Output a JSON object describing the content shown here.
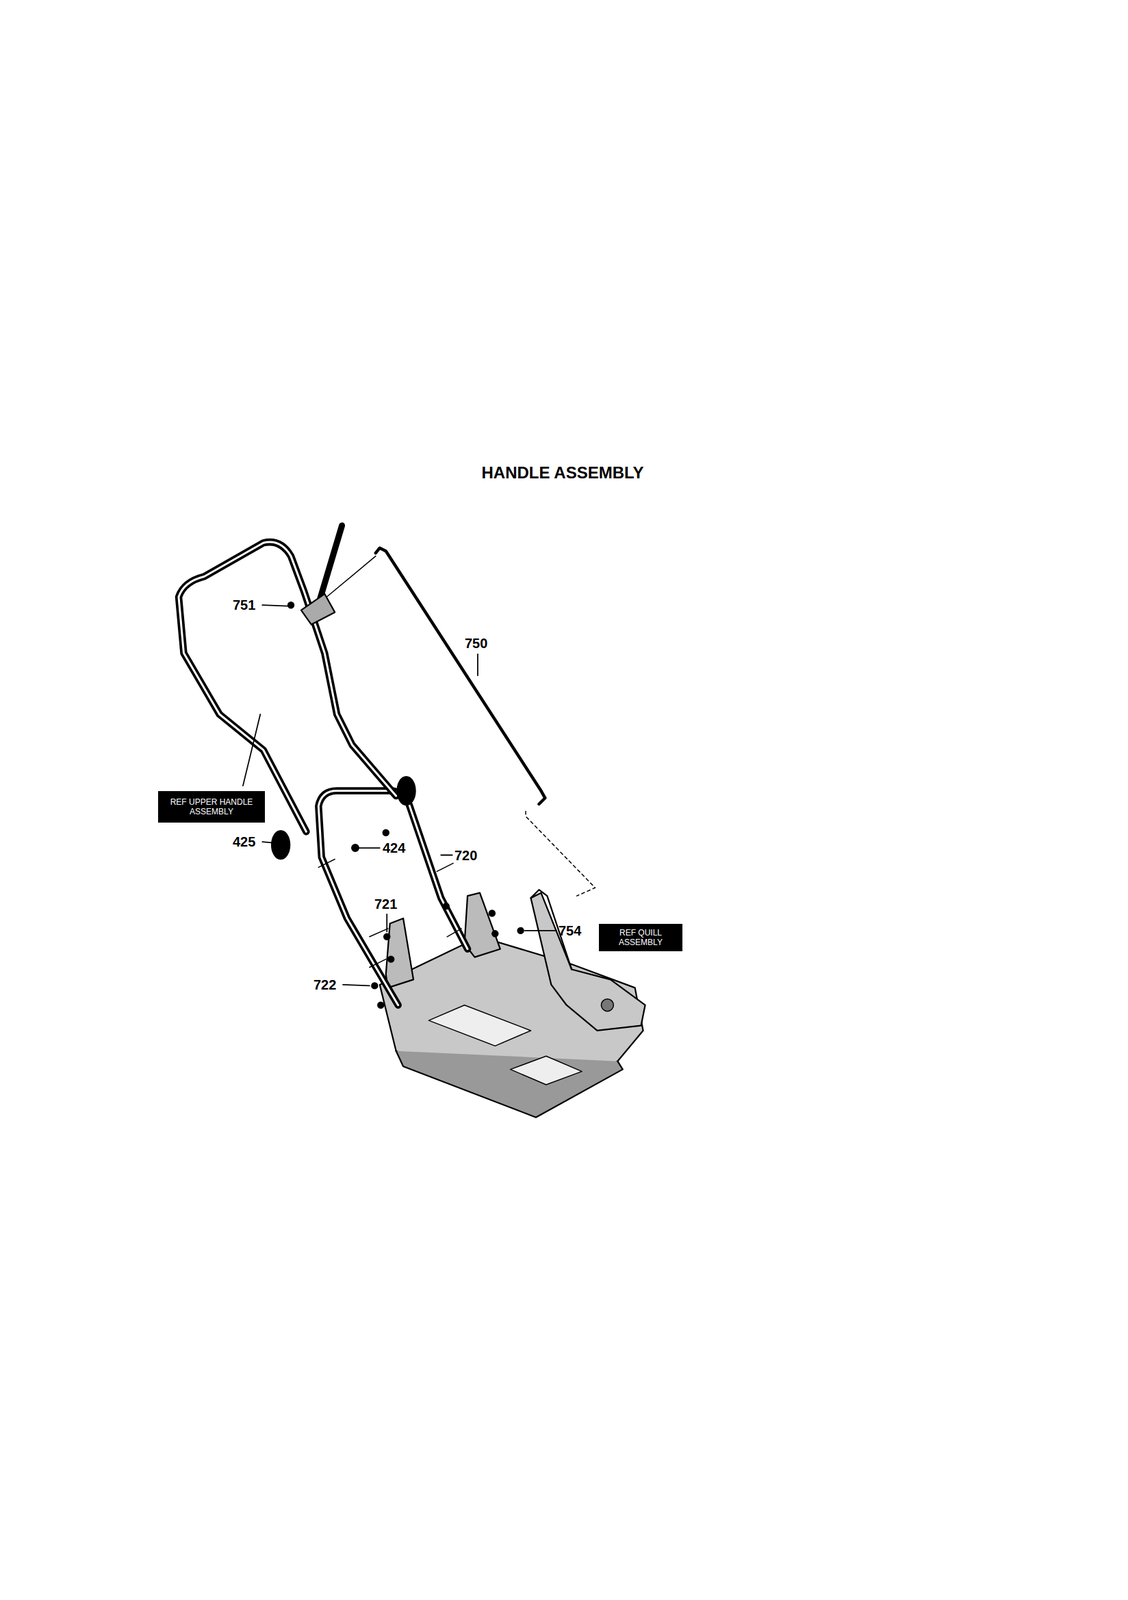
{
  "diagram": {
    "title": "HANDLE ASSEMBLY",
    "nodes": [
      {
        "text": [
          "REF UPPER HANDLE ASSEMBLY"
        ]
      },
      {
        "text": [
          "REF QUILL ASSEMBLY"
        ]
      }
    ],
    "labels": [
      "751",
      "750",
      "425",
      "424",
      "720",
      "721",
      "722",
      "754"
    ]
  }
}
